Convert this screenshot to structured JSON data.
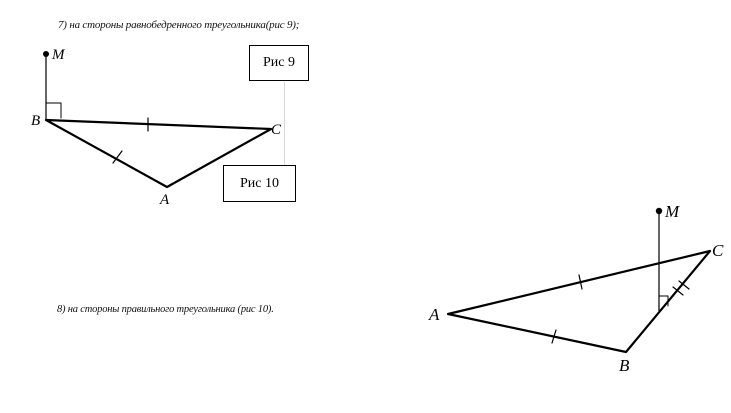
{
  "captions": {
    "item7": "7) на стороны равнобедренного  треугольника(рис 9);",
    "item8": "8) на стороны правильного треугольника (рис 10)."
  },
  "boxes": {
    "fig9": "Рис 9",
    "fig10": "Рис 10"
  },
  "figure_left": {
    "labels": {
      "M": "M",
      "B": "B",
      "C": "C",
      "A": "A"
    }
  },
  "figure_right": {
    "labels": {
      "M": "M",
      "C": "C",
      "A": "A",
      "B": "B"
    }
  },
  "colors": {
    "stroke": "#000000",
    "divider": "#d8d8d8"
  }
}
